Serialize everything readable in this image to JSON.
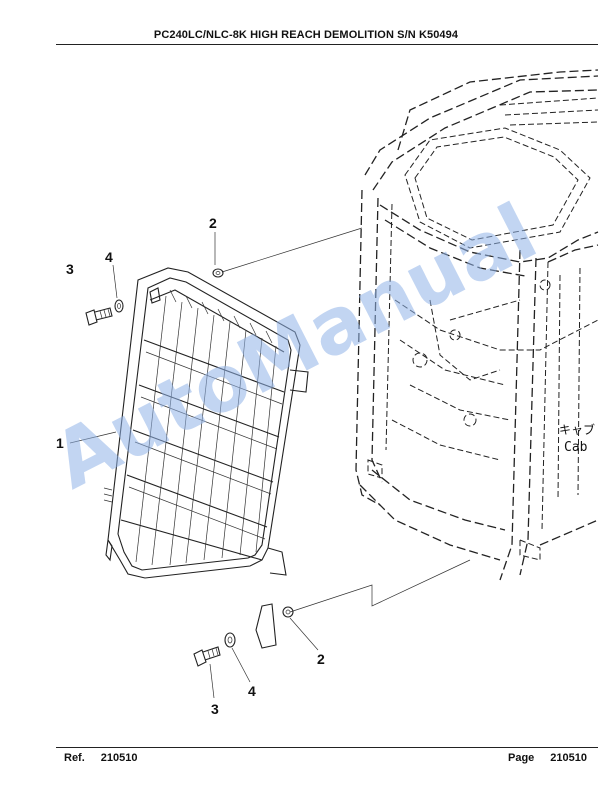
{
  "page": {
    "header_title": "PC240LC/NLC-8K HIGH REACH DEMOLITION S/N K50494",
    "footer": {
      "ref_label": "Ref.",
      "ref_value": "210510",
      "page_label": "Page",
      "page_value": "210510"
    }
  },
  "diagram": {
    "callouts": {
      "guard": "1",
      "nut_top": "2",
      "nut_bottom": "2",
      "bolt_top": "3",
      "bolt_bottom": "3",
      "washer_top": "4",
      "washer_bottom": "4"
    },
    "cab_label_jp": "キャブ",
    "cab_label_en": "Cab",
    "watermark": "AutoManual"
  }
}
